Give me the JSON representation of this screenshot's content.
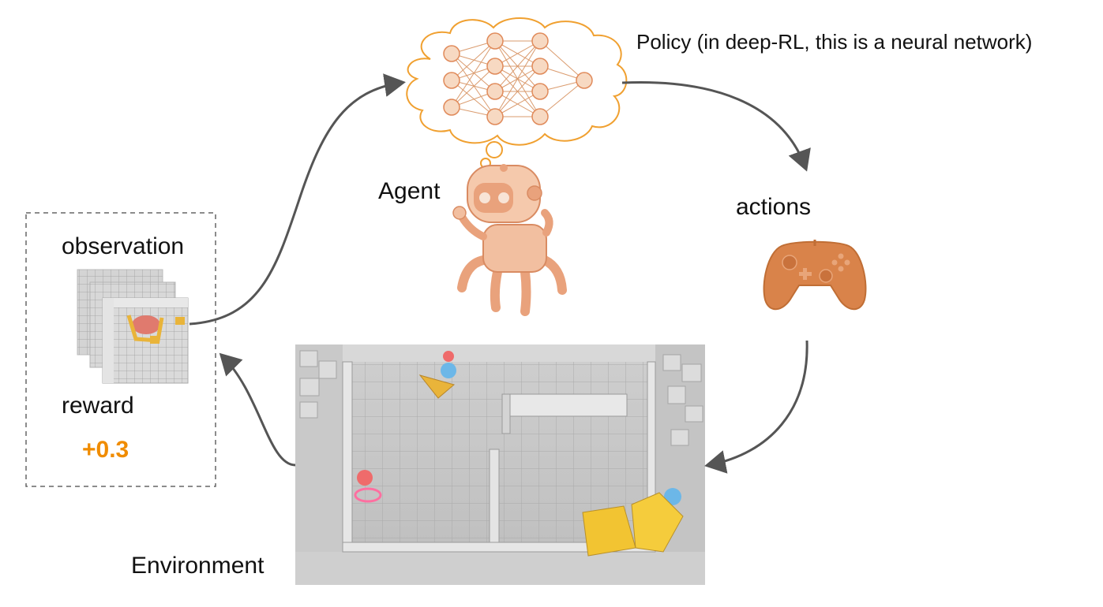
{
  "labels": {
    "policy": "Policy (in deep-RL, this is a neural network)",
    "agent": "Agent",
    "actions": "actions",
    "observation": "observation",
    "reward": "reward",
    "reward_value": "+0.3",
    "environment": "Environment"
  },
  "colors": {
    "accent_orange": "#F08C00",
    "cloud_stroke": "#F0A030",
    "node_fill": "#F7D9C2",
    "node_stroke": "#E08A5A",
    "robot": "#E9A27C",
    "controller": "#D9834A",
    "arrow": "#555555",
    "box_dash": "#666666"
  },
  "icons": [
    "neural-network-cloud-icon",
    "robot-icon",
    "game-controller-icon",
    "environment-scene-image",
    "observation-frames-image"
  ]
}
